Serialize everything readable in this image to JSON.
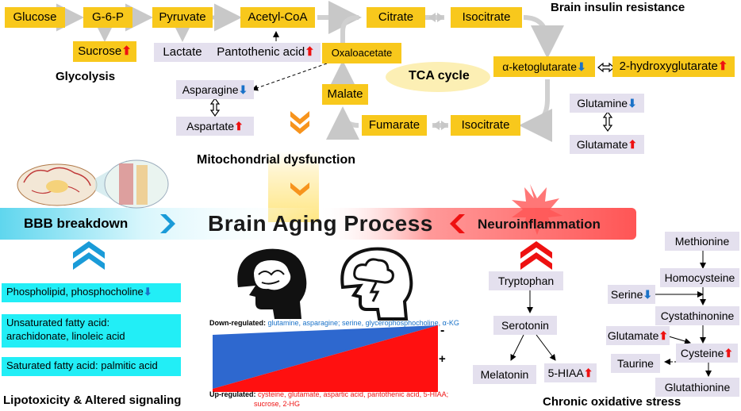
{
  "colors": {
    "yellow": "#f8c81c",
    "lavender": "#e4e0ee",
    "cyan": "#22eef6",
    "up_red": "#ee1111",
    "down_blue": "#1a72c8",
    "aging_red": "#ff4444",
    "bbb_cyan": "#8fe4f2"
  },
  "icons": {
    "up": "up-arrow-icon",
    "down": "down-arrow-icon",
    "double": "double-arrow-icon"
  },
  "glycolysis": {
    "glucose": "Glucose",
    "g6p": "G-6-P",
    "pyruvate": "Pyruvate",
    "acetyl_coa": "Acetyl-CoA",
    "sucrose": "Sucrose",
    "lactate": "Lactate",
    "pantothenic": "Pantothenic acid",
    "label": "Glycolysis"
  },
  "tca": {
    "citrate": "Citrate",
    "isocitrate_top": "Isocitrate",
    "oxaloacetate": "Oxaloacetate",
    "akg": "α-ketoglutarate",
    "hg2": "2-hydroxyglutarate",
    "malate": "Malate",
    "fumarate": "Fumarate",
    "isocitrate_bottom": "Isocitrate",
    "label": "TCA cycle",
    "glutamine": "Glutamine",
    "glutamate": "Glutamate",
    "asparagine": "Asparagine",
    "aspartate": "Aspartate"
  },
  "titles": {
    "insulin": "Brain insulin resistance",
    "mito": "Mitochondrial dysfunction",
    "bbb": "BBB breakdown",
    "aging": "Brain Aging Process",
    "neuro": "Neuroinflammation",
    "lipo": "Lipotoxicity & Altered signaling",
    "oxid": "Chronic oxidative stress"
  },
  "lipids": {
    "phospho": "Phospholipid, phosphocholine",
    "unsat_line1": "Unsaturated fatty acid:",
    "unsat_line2": "arachidonate, linoleic acid",
    "sat": "Saturated fatty acid: palmitic acid"
  },
  "center": {
    "down_prefix": "Down-regulated:",
    "down_list": " glutamine, asparagine; serine, glycerophosphocholine, α-KG",
    "up_prefix": "Up-regulated:",
    "up_list": " cysteine, glutamate, aspartic acid, pantothenic acid, 5-HIAA;",
    "up_list2": "sucrose, 2-HG",
    "minus": "-",
    "plus": "+"
  },
  "tryptophan": {
    "tryptophan": "Tryptophan",
    "serotonin": "Serotonin",
    "melatonin": "Melatonin",
    "hiaa": "5-HIAA"
  },
  "methionine": {
    "methionine": "Methionine",
    "homocysteine": "Homocysteine",
    "serine": "Serine",
    "cystathionine": "Cystathinonine",
    "glutamate": "Glutamate",
    "cysteine": "Cysteine",
    "taurine": "Taurine",
    "glutathione": "Glutathionine"
  }
}
